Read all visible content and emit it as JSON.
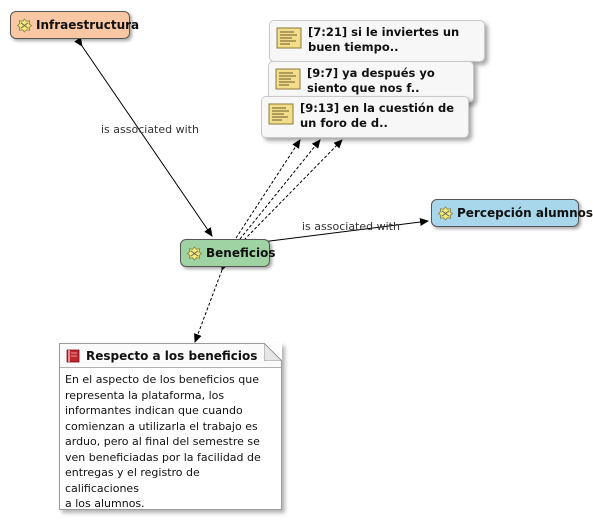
{
  "nodes": {
    "infraestructura": {
      "label": "Infraestructura",
      "color": "#f9c7a3"
    },
    "beneficios": {
      "label": "Beneficios",
      "color": "#9fd3a4"
    },
    "percepcion_alumnos": {
      "label": "Percepción alumnos",
      "color": "#a8d6ea"
    }
  },
  "quotations": [
    {
      "id_label": "[7:21]",
      "text": "si le inviertes un buen tiempo.."
    },
    {
      "id_label": "[9:7]",
      "text": "ya después yo siento que nos f.."
    },
    {
      "id_label": "[9:13]",
      "text": "en la cuestión de un foro de d.."
    }
  ],
  "edges": {
    "infra_beneficios": "is associated with",
    "beneficios_percepcion": "is associated with"
  },
  "memo": {
    "title": "Respecto a los beneficios",
    "text": "En el aspecto de los beneficios que\nrepresenta la plataforma, los\ninformantes indican que cuando\ncomienzan a utilizarla el trabajo es\narduo, pero al final del semestre se\nven beneficiadas por la facilidad de\nentregas y el registro de calificaciones\na los alumnos."
  },
  "icons": {
    "code": "code-icon",
    "quotation": "quotation-icon",
    "memo": "memo-icon"
  }
}
